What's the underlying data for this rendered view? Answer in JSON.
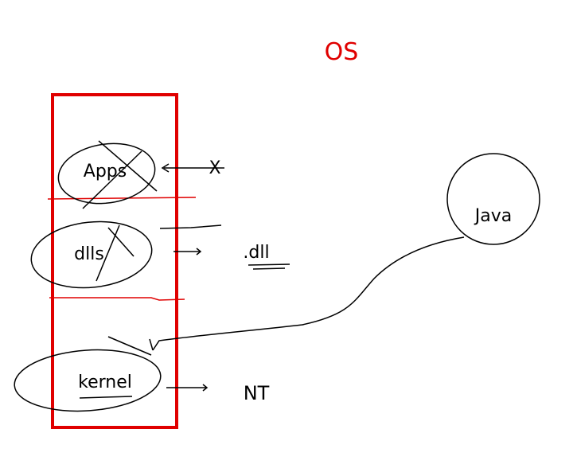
{
  "title": "OS",
  "colors": {
    "ink": "#000000",
    "red": "#e00000",
    "background": "#ffffff"
  },
  "layers": [
    {
      "label": "Apps",
      "crossed": true,
      "arrow_label": "X"
    },
    {
      "label": "dlls",
      "crossed": true,
      "arrow_label": ".dll"
    },
    {
      "label": "kernel",
      "crossed": false,
      "arrow_label": "NT"
    }
  ],
  "external": {
    "label": "Java"
  }
}
